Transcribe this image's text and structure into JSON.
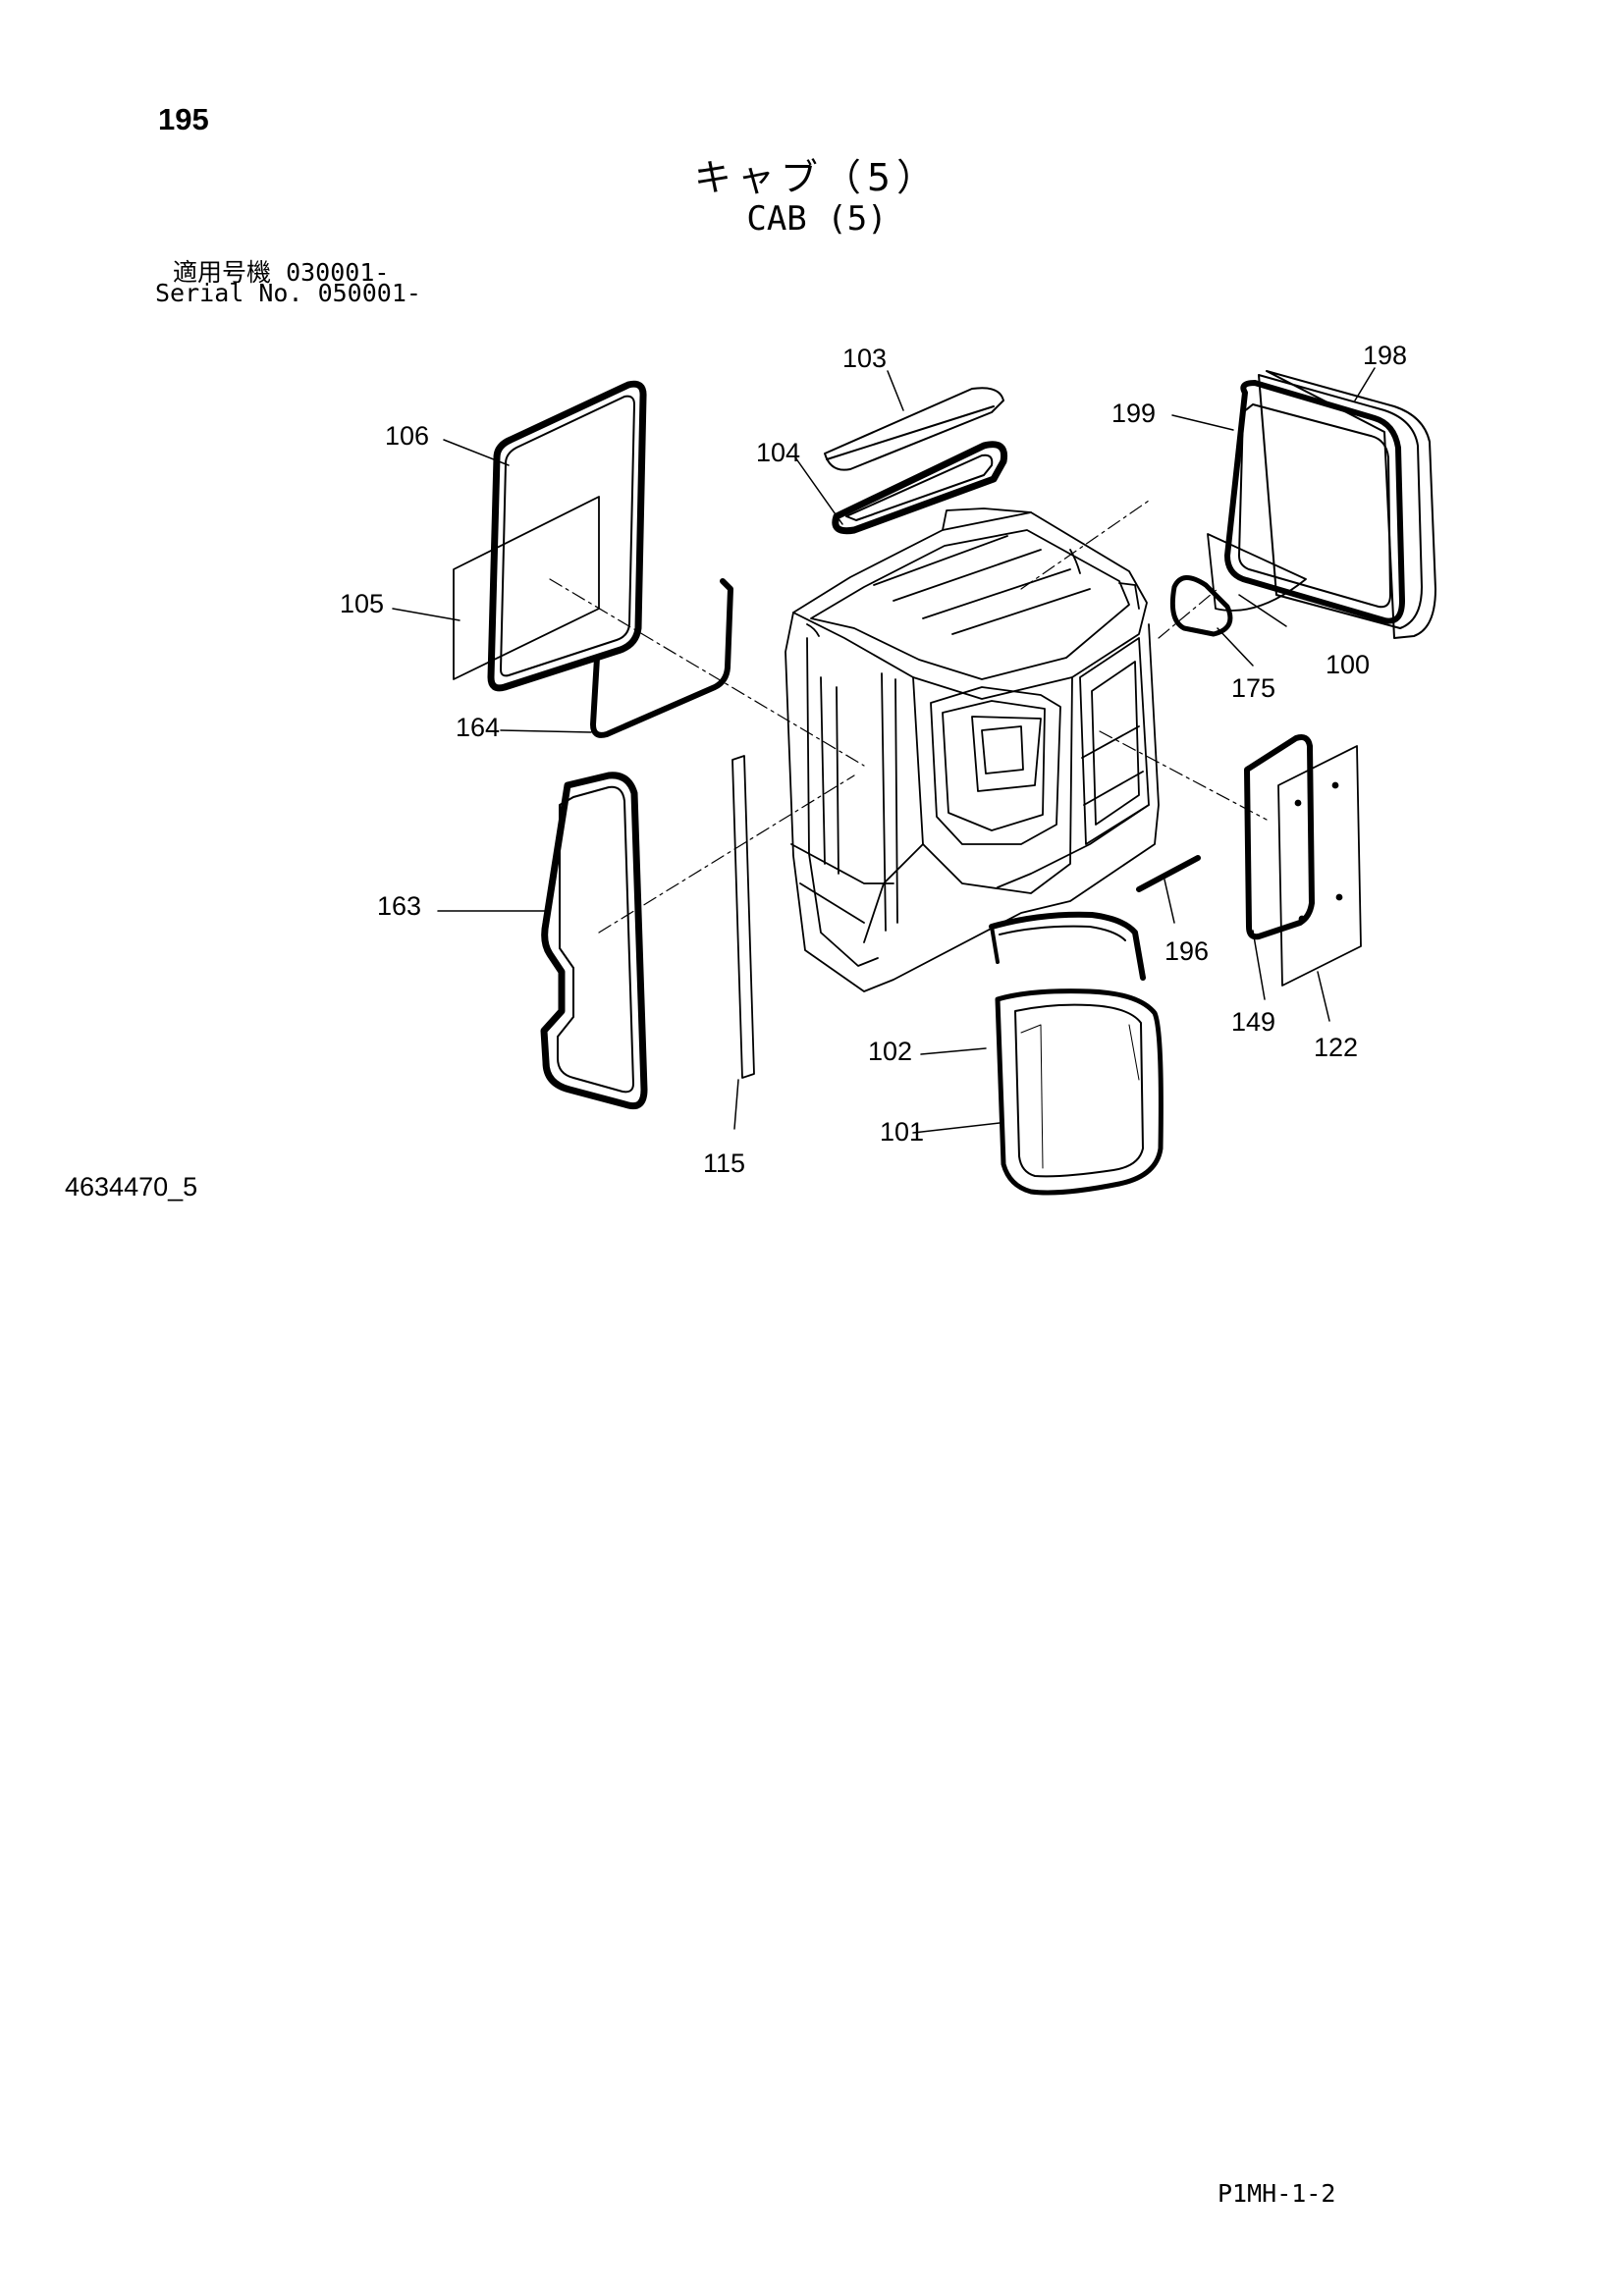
{
  "header": {
    "page_number": "195",
    "title_ja": "キャブ（5）",
    "title_en": "CAB (5)"
  },
  "serial": {
    "label_ja": "適用号機",
    "value_ja": "030001-",
    "label_en": "Serial No.",
    "value_en": "050001-"
  },
  "callouts": {
    "c100": "100",
    "c101": "101",
    "c102": "102",
    "c103": "103",
    "c104": "104",
    "c105": "105",
    "c106": "106",
    "c115": "115",
    "c122": "122",
    "c149": "149",
    "c163": "163",
    "c164": "164",
    "c175": "175",
    "c196": "196",
    "c198": "198",
    "c199": "199"
  },
  "footer": {
    "drawing_id": "4634470_5",
    "page_code": "P1MH-1-2"
  }
}
